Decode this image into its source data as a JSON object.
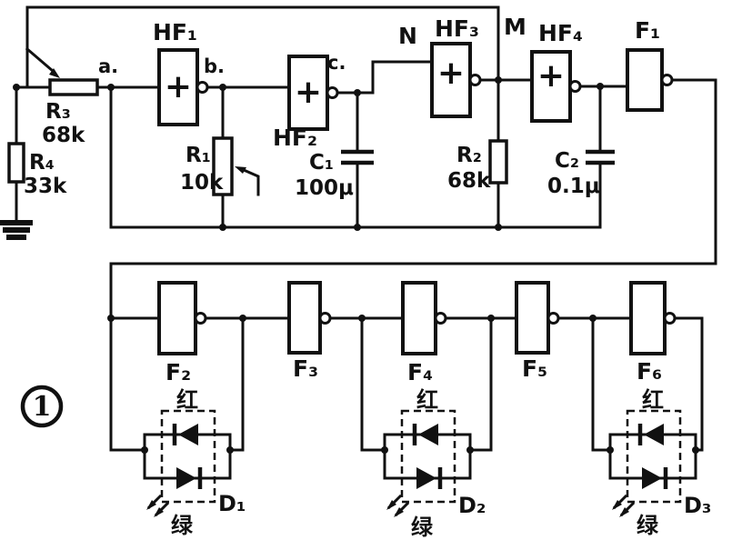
{
  "figure": {
    "number": "1"
  },
  "top": {
    "node_labels": {
      "a": "a.",
      "b": "b.",
      "c": "c.",
      "n": "N",
      "m": "M"
    },
    "gates": {
      "hf1": {
        "label": "HF₁",
        "symbol": "+"
      },
      "hf2": {
        "label": "HF₂",
        "symbol": "+"
      },
      "hf3": {
        "label": "HF₃",
        "symbol": "+"
      },
      "hf4": {
        "label": "HF₄",
        "symbol": "+"
      },
      "f1": {
        "label": "F₁"
      }
    },
    "components": {
      "r3": {
        "label": "R₃",
        "value": "68k"
      },
      "r4": {
        "label": "R₄",
        "value": "33k"
      },
      "r1": {
        "label": "R₁",
        "value": "10k"
      },
      "r2": {
        "label": "R₂",
        "value": "68k"
      },
      "c1": {
        "label": "C₁",
        "value": "100μ"
      },
      "c2": {
        "label": "C₂",
        "value": "0.1μ"
      }
    }
  },
  "bottom": {
    "gates": {
      "f2": {
        "label": "F₂"
      },
      "f3": {
        "label": "F₃"
      },
      "f4": {
        "label": "F₄"
      },
      "f5": {
        "label": "F₅"
      },
      "f6": {
        "label": "F₆"
      }
    },
    "leds": {
      "d1": {
        "label": "D₁",
        "red": "红",
        "green": "绿"
      },
      "d2": {
        "label": "D₂",
        "red": "红",
        "green": "绿"
      },
      "d3": {
        "label": "D₃",
        "red": "红",
        "green": "绿"
      }
    }
  }
}
